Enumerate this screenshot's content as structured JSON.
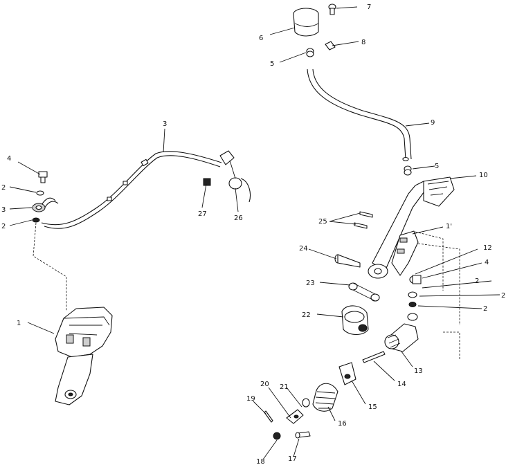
{
  "callouts": [
    {
      "id": "c1",
      "text": "1"
    },
    {
      "id": "c2a",
      "text": "2"
    },
    {
      "id": "c2b",
      "text": "2"
    },
    {
      "id": "c2c",
      "text": "2"
    },
    {
      "id": "c2d",
      "text": "2"
    },
    {
      "id": "c3a",
      "text": "3"
    },
    {
      "id": "c3b",
      "text": "3"
    },
    {
      "id": "c4a",
      "text": "4"
    },
    {
      "id": "c4b",
      "text": "4"
    },
    {
      "id": "c5a",
      "text": "5"
    },
    {
      "id": "c5b",
      "text": "5"
    },
    {
      "id": "c6",
      "text": "6"
    },
    {
      "id": "c7",
      "text": "7"
    },
    {
      "id": "c8",
      "text": "8"
    },
    {
      "id": "c9",
      "text": "9"
    },
    {
      "id": "c10",
      "text": "10"
    },
    {
      "id": "c11",
      "text": "1'"
    },
    {
      "id": "c12",
      "text": "12"
    },
    {
      "id": "c13",
      "text": "13"
    },
    {
      "id": "c14",
      "text": "14"
    },
    {
      "id": "c15",
      "text": "15"
    },
    {
      "id": "c16",
      "text": "16"
    },
    {
      "id": "c17",
      "text": "17"
    },
    {
      "id": "c18",
      "text": "18"
    },
    {
      "id": "c19",
      "text": "19"
    },
    {
      "id": "c20",
      "text": "20"
    },
    {
      "id": "c21",
      "text": "21"
    },
    {
      "id": "c22",
      "text": "22"
    },
    {
      "id": "c23",
      "text": "23"
    },
    {
      "id": "c24",
      "text": "24"
    },
    {
      "id": "c25",
      "text": "25"
    },
    {
      "id": "c26",
      "text": "26"
    },
    {
      "id": "c27",
      "text": "27"
    },
    {
      "id": "c2e",
      "text": "2"
    }
  ]
}
